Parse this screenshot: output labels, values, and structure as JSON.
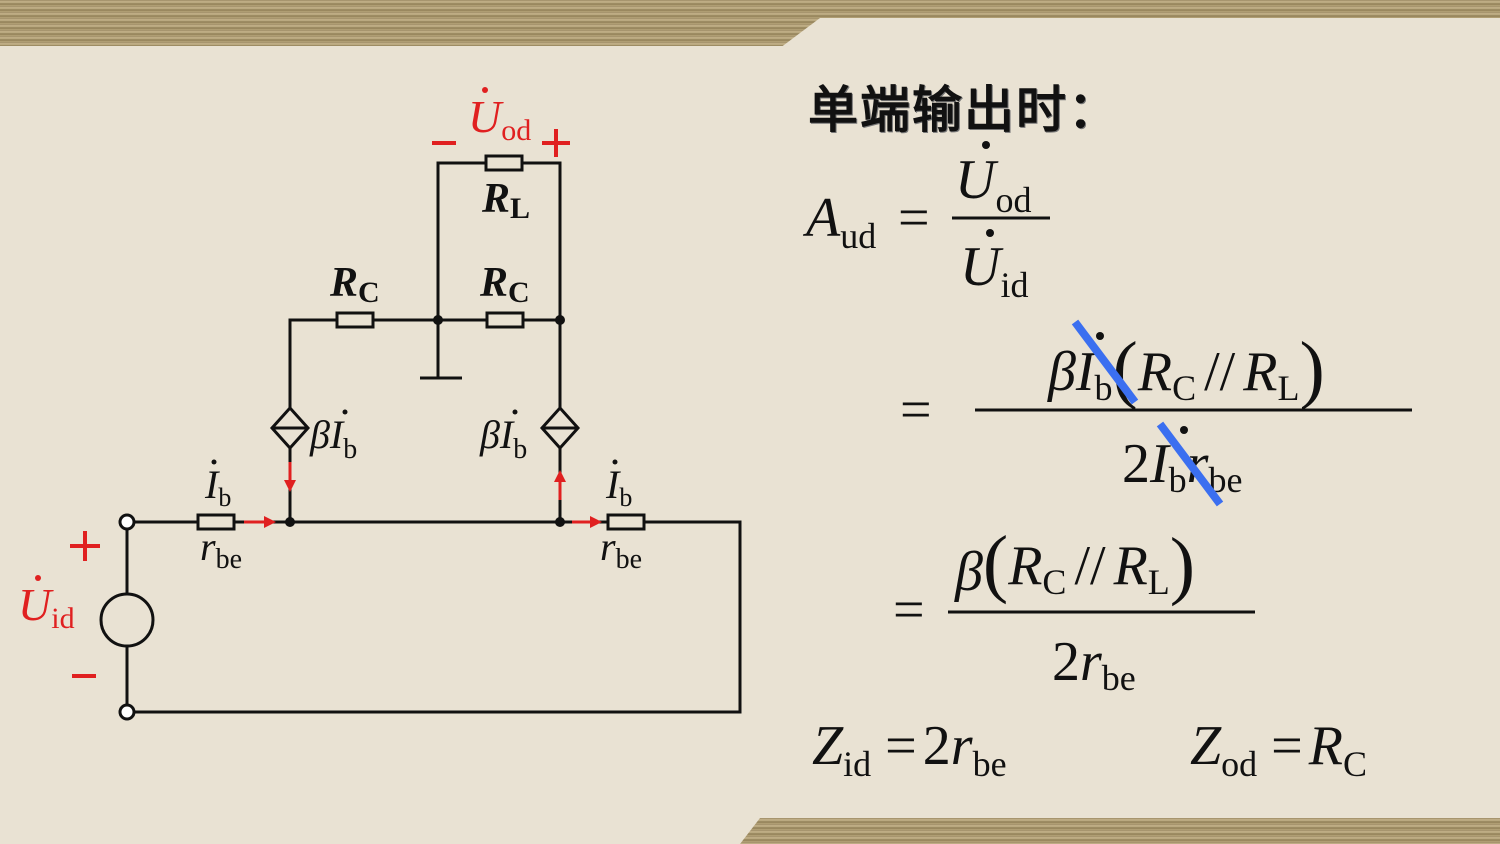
{
  "heading": "单端输出时：",
  "circuit": {
    "rl_label": "R",
    "rl_sub": "L",
    "rc_label": "R",
    "rc_sub": "C",
    "source_label": "βI",
    "source_sub": "b",
    "ib_label": "I",
    "ib_sub": "b",
    "rbe_label": "r",
    "rbe_sub": "be",
    "uod_label": "U",
    "uod_sub": "od",
    "uid_label": "U",
    "uid_sub": "id",
    "plus": "+",
    "minus": "–",
    "red": "#e02020",
    "black": "#111111",
    "strike": "#3b6ff0"
  },
  "formulas": {
    "aud": "A",
    "aud_sub": "ud",
    "eq": "=",
    "u": "U",
    "od": "od",
    "id": "id",
    "beta": "β",
    "i": "I",
    "b": "b",
    "lp": "(",
    "rp": ")",
    "r": "R",
    "c": "C",
    "l": "L",
    "par": "//",
    "two": "2",
    "rsmall": "r",
    "be": "be",
    "z": "Z",
    "zid_rhs": "2r",
    "zod_sub": "od"
  }
}
